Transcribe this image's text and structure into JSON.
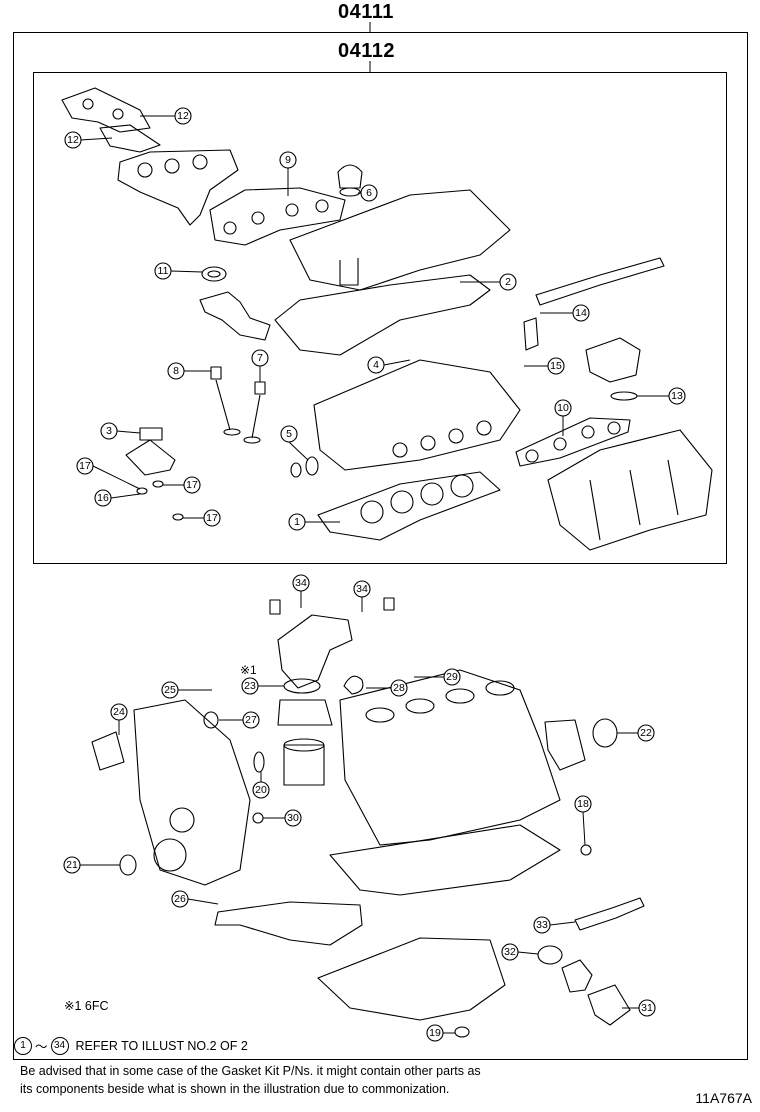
{
  "kit_outer": "04111",
  "kit_inner": "04112",
  "note_star": "※1 6FC",
  "refer": {
    "from_num": "1",
    "tilde": "～",
    "to_num": "34",
    "text": "REFER TO ILLUST NO.2 OF 2"
  },
  "advice": [
    "Be advised that in some case of the Gasket Kit P/Ns.  it might contain other parts as",
    "its components beside what is shown in the illustration due to commonization."
  ],
  "illustration_id": "11A767A",
  "star_marker": "※1",
  "callouts": [
    "12",
    "12",
    "9",
    "6",
    "11",
    "2",
    "14",
    "8",
    "7",
    "4",
    "15",
    "13",
    "10",
    "3",
    "5",
    "17",
    "16",
    "17",
    "17",
    "1",
    "34",
    "34",
    "25",
    "23",
    "29",
    "28",
    "24",
    "27",
    "22",
    "20",
    "30",
    "18",
    "21",
    "26",
    "33",
    "32",
    "31",
    "19"
  ]
}
